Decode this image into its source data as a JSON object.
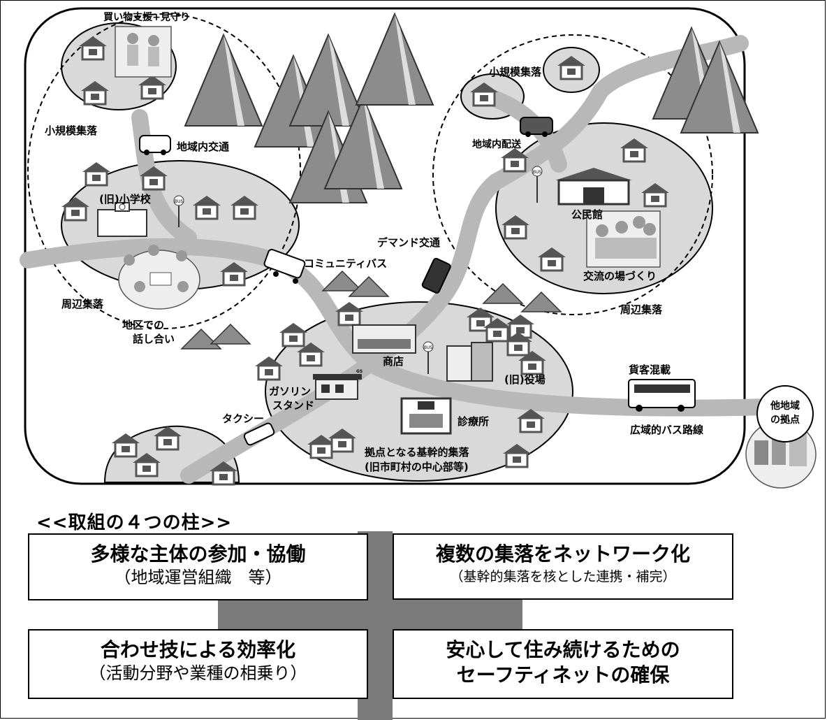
{
  "map": {
    "labels": {
      "shopping_support": "買い物支援+見守り",
      "small_village_left": "小規模集落",
      "local_transport": "地域内交通",
      "old_school": "(旧)小学校",
      "surrounding_left": "周辺集落",
      "district_talk_1": "地区での",
      "district_talk_2": "話し合い",
      "community_bus": "コミュニティバス",
      "demand_transport": "デマンド交通",
      "small_village_right": "小規模集落",
      "local_delivery": "地域内配送",
      "community_hall": "公民館",
      "exchange_place": "交流の場づくり",
      "surrounding_right": "周辺集落",
      "shop": "商店",
      "gas_station_1": "ガソリン",
      "gas_station_2": "スタンド",
      "old_office": "(旧)役場",
      "clinic": "診療所",
      "taxi": "タクシー",
      "hub_village_1": "拠点となる基幹的集落",
      "hub_village_2": "(旧市町村の中心部等)",
      "mixed_cargo": "貨客混載",
      "wide_bus_route": "広域的バス路線",
      "other_hub_1": "他地域",
      "other_hub_2": "の拠点",
      "bus_stop": "BUS",
      "gs_sign": "GS"
    },
    "colors": {
      "village_fill": "#d9d9d9",
      "road": "#b8b8b8",
      "mountain": "#8c8c8c",
      "house": "#555555"
    }
  },
  "pillars": {
    "title": "<<取組の４つの柱>>",
    "items": [
      {
        "line1": "多様な主体の参加・協働",
        "line2": "（地域運営組織　等）"
      },
      {
        "line1": "複数の集落をネットワーク化",
        "line2": "（基幹的集落を核とした連携・補完）"
      },
      {
        "line1": "合わせ技による効率化",
        "line2": "（活動分野や業種の相乗り）"
      },
      {
        "line1": "安心して住み続けるための",
        "line2": "セーフティネットの確保"
      }
    ]
  }
}
